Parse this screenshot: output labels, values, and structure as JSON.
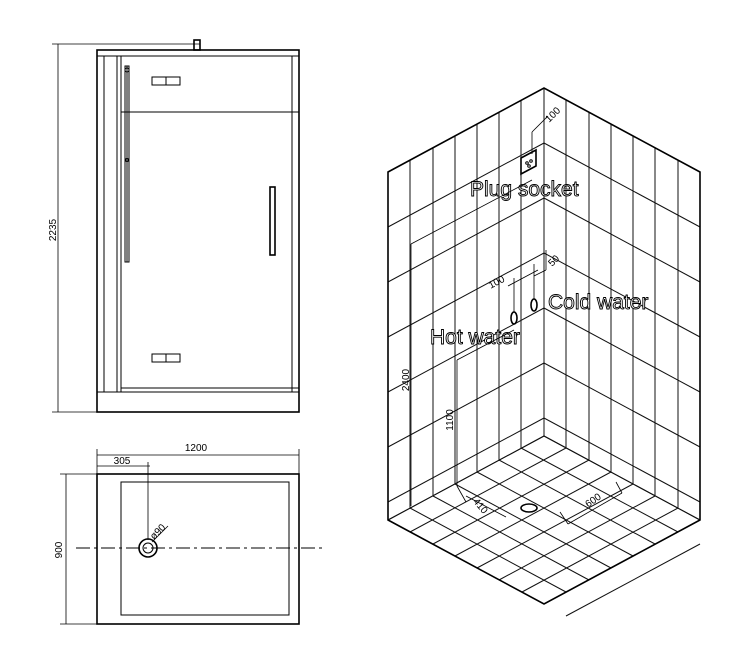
{
  "front_elevation": {
    "height_label": "2235"
  },
  "plan_view": {
    "width_label": "1200",
    "depth_label": "900",
    "drain_offset_label": "305",
    "drain_diameter_label": "ø90"
  },
  "installation_view": {
    "plug_socket_label": "Plug socket",
    "plug_socket_offset_label": "100",
    "hot_water_label": "Hot water",
    "cold_water_label": "Cold water",
    "pipe_spacing_label": "100",
    "pipe_offset_label": "50",
    "room_height_label": "2400",
    "pipe_height_label": "1100",
    "drain_x_label": "410",
    "drain_y_label": "600"
  }
}
